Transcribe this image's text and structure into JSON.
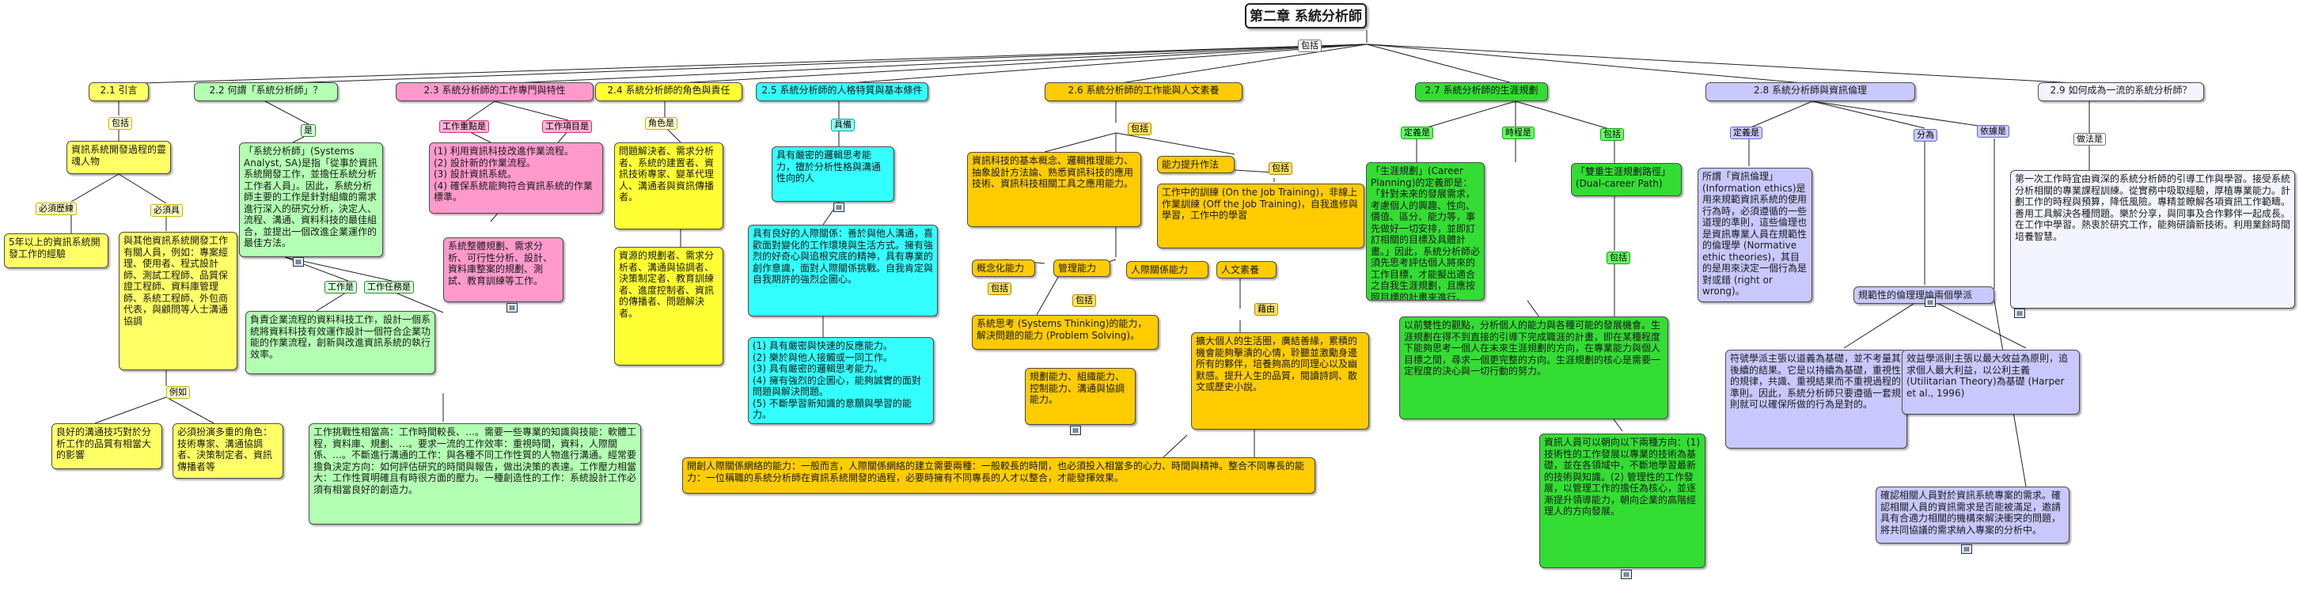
{
  "root": {
    "title": "第二章 系統分析師",
    "edge_label": "包括"
  },
  "branches": {
    "b21": {
      "title": "2.1 引言",
      "label": "包括",
      "n1": "資訊系統開發過程的靈魂人物",
      "lbl_a": "必須歷練",
      "lbl_b": "必須具",
      "n2": "5年以上的資訊系統開發工作的經驗",
      "n3": "與其他資訊系統開發工作有關人員，例如：專案經理、使用者、程式設計師、測試工程師、品質保證工程師、資料庫管理師、系統工程師、外包商代表，與顧問等人士溝通協調",
      "lbl_c": "例如",
      "n4": "良好的溝通技巧對於分析工作的品質有相當大的影響",
      "n5": "必須扮演多重的角色：技術專家、溝通協調者、決策制定者、資訊傳播者等"
    },
    "b22": {
      "title": "2.2 何謂「系統分析師」？",
      "label": "是",
      "n1": "「系統分析師」(Systems Analyst, SA)是指「從事於資訊系統開發工作，並擔任系統分析工作者人員」。因此，系統分析師主要的工作是針對組織的需求進行深入的研究分析，決定人、流程、溝通、資料科技的最佳組合，並提出一個改進企業運作的最佳方法。",
      "lbl_a": "工作是",
      "lbl_b": "工作任務是",
      "n2": "負責企業流程的資料科技工作，設計一個系統將資料科技有效運作設計一個符合企業功能的作業流程，創新與改進資訊系統的執行效率。",
      "n3": "工作挑戰性相當高：工作時間較長、…。需要一些專業的知識與技能：軟體工程，資料庫、規劃、…。要求一流的工作效率：重視時間，資料，人際關係、…。不斷進行溝通的工作：與各種不同工作性質的人物進行溝通。經常要擔負決定方向：如何評估研究的時間與報告，做出決策的表達。工作壓力相當大：工作性質明確且有時很方面的壓力。一種創造性的工作：系統設計工作必須有相當良好的創造力。"
    },
    "b23": {
      "title": "2.3 系統分析師的工作專門與特性",
      "lbl_a": "工作重點是",
      "lbl_b": "工作項目是",
      "n1": "(1) 利用資訊科技改進作業流程。\n(2) 設計新的作業流程。\n(3) 設計資訊系統。\n(4) 確保系統能夠符合資訊系統的作業標準。",
      "n2": "系統整體規劃、需求分析、可行性分析、設計、資料庫整案的規劃、測試、教育訓練等工作。"
    },
    "b24": {
      "title": "2.4 系統分析師的角色與責任",
      "label": "角色是",
      "n1": "問題解決者、需求分析者、系統的建置者、資訊技術專家、變革代理人、溝通者與資訊傳播者。",
      "n2": "資源的規劃者、需求分析者、溝通與協調者、決策制定者、教育訓練者、進度控制者、資訊的傳播者、問題解決者。"
    },
    "b25": {
      "title": "2.5 系統分析師的人格特質與基本條件",
      "label": "具備",
      "n1": "具有嚴密的邏輯思考能力，擅於分析性格與溝通性向的人",
      "n2": "具有良好的人際關係：善於與他人溝通，喜歡面對變化的工作環境與生活方式。擁有強烈的好奇心與追根究底的精神，具有專業的創作意識，面對人際關係挑戰。自我肯定與自我期許的強烈企圖心。",
      "n3": "(1) 具有嚴密與快速的反應能力。\n(2) 樂於與他人接觸或一同工作。\n(3) 具有嚴密的邏輯思考能力。\n(4) 擁有強烈的企圖心，能夠誠實的面對問題與解決問題。\n(5) 不斷學習新知識的意願與學習的能力。"
    },
    "b26": {
      "title": "2.6 系統分析師的工作能與人文素養",
      "label": "包括",
      "n1": "資訊科技的基本概念、邏輯推理能力、抽象設計方法論、熟悉資訊科技的應用技術、資訊科技相關工具之應用能力。",
      "n2": "能力提升作法",
      "n2_lbl": "包括",
      "n3": "工作中的訓練 (On the Job Training)，非線上作業訓練 (Off the Job Training)，自我進修與學習，工作中的學習",
      "n4": "概念化能力",
      "n5": "管理能力",
      "n6": "人際關係能力",
      "n7": "人文素養",
      "n8": "系統思考 (Systems Thinking)的能力，解決問題的能力 (Problem Solving)。",
      "n9": "規劃能力、組織能力、控制能力、溝通與協調能力。",
      "n10": "擴大個人的生活圈，廣結善緣，累積的機會能夠擊潰的心情，聆聽並激勵身邊所有的夥伴，培養夠高的同理心以及幽默感。提升人生的品質，閱讀詩詞、散文或歷史小說。",
      "lbl_a": "包括",
      "lbl_b": "包括",
      "lbl_c": "藉由",
      "n11": "開創人際關係網絡的能力：一般而言，人際關係網絡的建立需要兩種：一般較長的時間，也必須投入相當多的心力、時間與精神。整合不同專長的能力：一位稱職的系統分析師在資訊系統開發的過程，必要時擁有不同專長的人才以整合，才能發揮效果。"
    },
    "b27": {
      "title": "2.7 系統分析師的生涯規劃",
      "lbl_a": "定義是",
      "lbl_b": "時程是",
      "lbl_c": "包括",
      "n1": "「生涯規劃」(Career Planning)的定義即是：「針對未來的發展需求，考慮個人的興趣、性向、價值、區分、能力等，事先做好一切安排，並即訂訂相關的目標及具體計畫。」因此，系統分析師必須先思考評估個人將來的工作目標，才能擬出適合之自我生涯規劃，且應按照目標的計畫來進行。",
      "n2": "「雙重生涯規劃路徑」(Dual-career Path)",
      "lbl_d": "包括",
      "n3": "以前雙性的觀點，分析個人的能力與各種可能的發展機會。生涯規劃在得不到直接的引導下完成職涯的計畫，即在某種程度下能夠思考一個人在未來生涯規劃的方向，在專業能力與個人目標之間，尋求一個更完整的方向。生涯規劃的核心是需要一定程度的決心與一切行動的努力。",
      "n4": "資訊人員可以朝向以下兩種方向：(1) 技術性的工作發展以專業的技術為基礎，並在各領域中，不斷地學習最新的技術與知識。(2) 管理性的工作發展，以管理工作的擔任為核心，並逐漸提升領導能力，朝向企業的高階經理人的方向發展。"
    },
    "b28": {
      "title": "2.8 系統分析師與資訊倫理",
      "lbl_a": "定義是",
      "lbl_b": "分為",
      "lbl_c": "依據是",
      "n1": "所謂「資訊倫理」(Information ethics)是用來規範資訊系統的使用行為時，必須遵循的一些道理的準則，這些倫理也是資訊專業人員在規範性的倫理學 (Normative ethic theories)，其目的是用來決定一個行為是對或錯 (right or wrong)。",
      "n2": "規範性的倫理理論兩個學派",
      "n3": "符號學派主張以道義為基礎，並不考量其後續的結果。它是以持續為基礎，重視性的規律，共識、重視結果而不重視過程的準則。因此，系統分析師只要遵循一套規則就可以確保所做的行為是對的。",
      "n4": "效益學派則主張以最大效益為原則，追求個人最大利益，以公利主義 (Utilitarian Theory)為基礎 (Harper et al., 1996)",
      "n5": "確認相關人員對於資訊系統專案的需求。確認相關人員的資訊需求是否能被滿足，邀請具有合適力相關的機構來解決衝突的問題，將共同協議的需求納入專案的分析中。"
    },
    "b29": {
      "title": "2.9 如何成為一流的系統分析師？",
      "label": "做法是",
      "n1": "第一次工作時宜由資深的系統分析師的引導工作與學習。接受系統分析相關的專業課程訓練。從實務中吸取經驗，厚植專業能力。計劃工作的時程與預算，降低風險。專精並瞭解各項資訊工作範疇。善用工具解決各種問題。樂於分享，與同事及合作夥伴一起成長。在工作中學習。熱衷於研究工作，能夠研讀新技術。利用業餘時間培養智慧。"
    }
  }
}
